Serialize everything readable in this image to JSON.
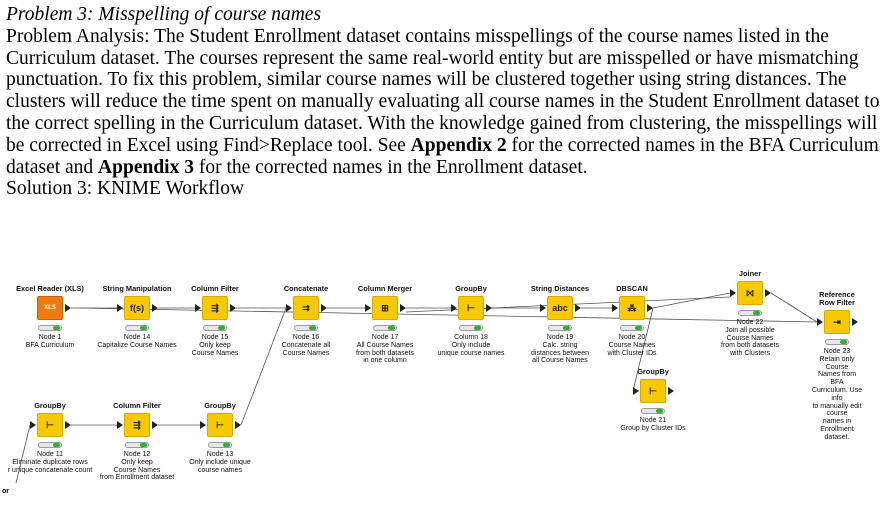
{
  "document": {
    "heading": "Problem 3: Misspelling of course names",
    "analysis_prefix": "Problem Analysis: The Student Enrollment dataset contains misspellings of the course names listed in the Curriculum dataset. The courses represent the same real-world entity but are misspelled or have mismatching punctuation. To fix this problem, similar course names will be clustered together using string distances. The clusters will reduce the time spent on manually evaluating all course names in the Student Enrollment dataset to the correct spelling in the Curriculum dataset. With the knowledge gained from clustering, the misspellings will be corrected in Excel using Find>Replace tool. See ",
    "appendix2": "Appendix 2",
    "analysis_middle": " for the corrected names in the BFA Curriculum dataset and ",
    "appendix3": "Appendix 3",
    "analysis_suffix": " for the corrected names in the Enrollment dataset.",
    "solution": "Solution 3: KNIME Workflow"
  },
  "workflow": {
    "status_color": "#2fae3a",
    "nodes": [
      {
        "id": "n1",
        "title": "Excel Reader (XLS)",
        "glyph": "XLS",
        "color": "orange",
        "caption": "Node 1\nBFA Curriculum"
      },
      {
        "id": "n14",
        "title": "String Manipulation",
        "glyph": "f(s)",
        "color": "yellow",
        "caption": "Node 14\nCapitalize Course Names"
      },
      {
        "id": "n15",
        "title": "Column Filter",
        "glyph": "⇶",
        "color": "yellow",
        "caption": "Node 15\nOnly keep\nCourse Names"
      },
      {
        "id": "n16",
        "title": "Concatenate",
        "glyph": "⇉",
        "color": "yellow",
        "caption": "Node 16\nConcatenate all\nCourse Names"
      },
      {
        "id": "n17",
        "title": "Column Merger",
        "glyph": "⊞",
        "color": "yellow",
        "caption": "Node 17\nAll Course Names\nfrom both datasets\nin one column"
      },
      {
        "id": "n18",
        "title": "GroupBy",
        "glyph": "⊢",
        "color": "yellow",
        "caption": "Column 18\nOnly include\nunique course names"
      },
      {
        "id": "n19",
        "title": "String Distances",
        "glyph": "abc",
        "color": "yellow",
        "caption": "Node 19\nCalc. string\ndistances between\nall Course Names"
      },
      {
        "id": "n20",
        "title": "DBSCAN",
        "glyph": "⁂",
        "color": "yellow",
        "caption": "Node 20\nCourse Names\nwith Cluster IDs"
      },
      {
        "id": "n22",
        "title": "Joiner",
        "glyph": "⨝",
        "color": "yellow",
        "caption": "Node 22\nJoin all possible\nCourse Names\nfrom both datasets\nwith Clusters"
      },
      {
        "id": "n23",
        "title": "Reference\nRow Filter",
        "glyph": "⇥",
        "color": "yellow",
        "caption": "Node 23\nRetain only Course\nNames from BFA\nCurriculum. Use info\nto manually edit course\nnames in Enrollment\ndataset."
      },
      {
        "id": "n21",
        "title": "GroupBy",
        "glyph": "⊢",
        "color": "yellow",
        "caption": "Node 21\nGroup by Cluster IDs"
      },
      {
        "id": "n11",
        "title": "GroupBy",
        "glyph": "⊢",
        "color": "yellow",
        "caption": "Node 11\nEliminate duplicate rows\nr unique concatenate count"
      },
      {
        "id": "n12",
        "title": "Column Filter",
        "glyph": "⇶",
        "color": "yellow",
        "caption": "Node 12\nOnly keep\nCourse Names\nfrom Enrollment dataset"
      },
      {
        "id": "n13",
        "title": "GroupBy",
        "glyph": "⊢",
        "color": "yellow",
        "caption": "Node 13\nOnly include unique\ncourse names"
      }
    ],
    "edge_stub_label": "or"
  }
}
